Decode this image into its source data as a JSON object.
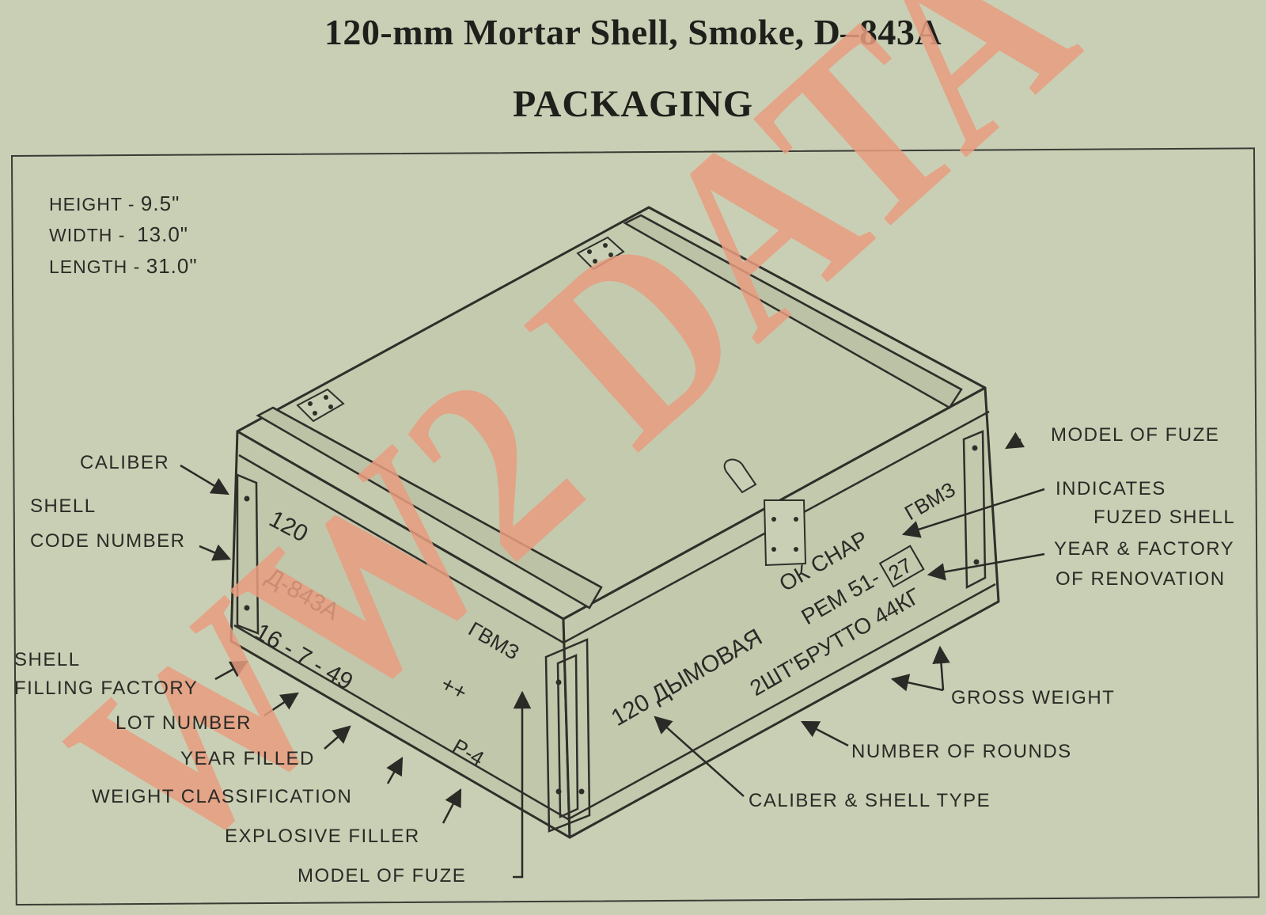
{
  "title": "120-mm Mortar Shell, Smoke, D–843A",
  "subtitle": "PACKAGING",
  "dimensions": [
    {
      "label": "HEIGHT -",
      "value": "9.5\""
    },
    {
      "label": "WIDTH -",
      "value": "13.0\""
    },
    {
      "label": "LENGTH -",
      "value": "31.0\""
    }
  ],
  "box_markings": {
    "end_caliber": "120",
    "end_code": "Д-843А",
    "end_lot": "16 - 7 - 49",
    "end_fuze": "ГВМЗ",
    "end_filler": "P-4",
    "end_weight_class": "++",
    "side_fuze": "ГВМЗ",
    "side_fuzed": "ОК СНАР",
    "side_renovation": "РЕМ 51-",
    "side_factory_box": "27",
    "side_type": "120 ДЫМОВАЯ",
    "side_gross": "2ШТ'БРУТТО 44КГ"
  },
  "labels": {
    "caliber": "CALIBER",
    "shell_code_1": "SHELL",
    "shell_code_2": "CODE NUMBER",
    "shell_filling_1": "SHELL",
    "shell_filling_2": "FILLING FACTORY",
    "lot_number": "LOT NUMBER",
    "year_filled": "YEAR FILLED",
    "weight_classification": "WEIGHT CLASSIFICATION",
    "explosive_filler": "EXPLOSIVE FILLER",
    "model_of_fuze_bottom": "MODEL OF FUZE",
    "model_of_fuze_right": "MODEL OF FUZE",
    "indicates_1": "INDICATES",
    "indicates_2": "FUZED SHELL",
    "year_factory_1": "YEAR & FACTORY",
    "year_factory_2": "OF RENOVATION",
    "gross_weight": "GROSS WEIGHT",
    "number_of_rounds": "NUMBER OF ROUNDS",
    "caliber_shell_type": "CALIBER & SHELL TYPE"
  },
  "watermark": "WW2 DATA",
  "colors": {
    "paper": "#c9cfb4",
    "ink": "#2a2a26",
    "watermark": "#e89d80"
  }
}
